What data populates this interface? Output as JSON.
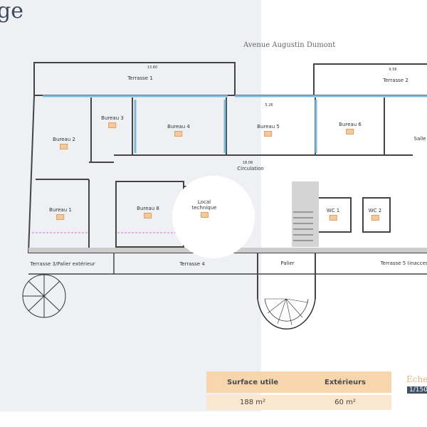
{
  "header": {
    "title_partial": "ge",
    "street": "Avenue Augustin Dumont"
  },
  "rooms": [
    {
      "name": "Terrasse 1"
    },
    {
      "name": "Terrasse 2"
    },
    {
      "name": "Bureau 2"
    },
    {
      "name": "Bureau 3"
    },
    {
      "name": "Bureau 4"
    },
    {
      "name": "Bureau 5"
    },
    {
      "name": "Bureau 6"
    },
    {
      "name": "Salle"
    },
    {
      "name": "Circulation"
    },
    {
      "name": "Bureau 1"
    },
    {
      "name": "Bureau 8"
    },
    {
      "name": "Local technique"
    },
    {
      "name": "WC 1"
    },
    {
      "name": "WC 2"
    },
    {
      "name": "Palier"
    },
    {
      "name": "Terrasse 3/Palier extérieur"
    },
    {
      "name": "Terrasse 4"
    },
    {
      "name": "Terrasse 5 (inacces"
    }
  ],
  "dimensions": [
    "13.60",
    "9.56",
    "5.26",
    "18.08"
  ],
  "summary": {
    "headers": [
      "Surface utile",
      "Extérieurs"
    ],
    "values": [
      "188 m²",
      "60 m²"
    ]
  },
  "scale": {
    "label": "Éche",
    "value": "1/150"
  },
  "colors": {
    "header_bg": "#f7d6ae",
    "row_bg": "#fbe7cf",
    "window": "#7fb8d8",
    "scale_badge": "#3f5166"
  }
}
